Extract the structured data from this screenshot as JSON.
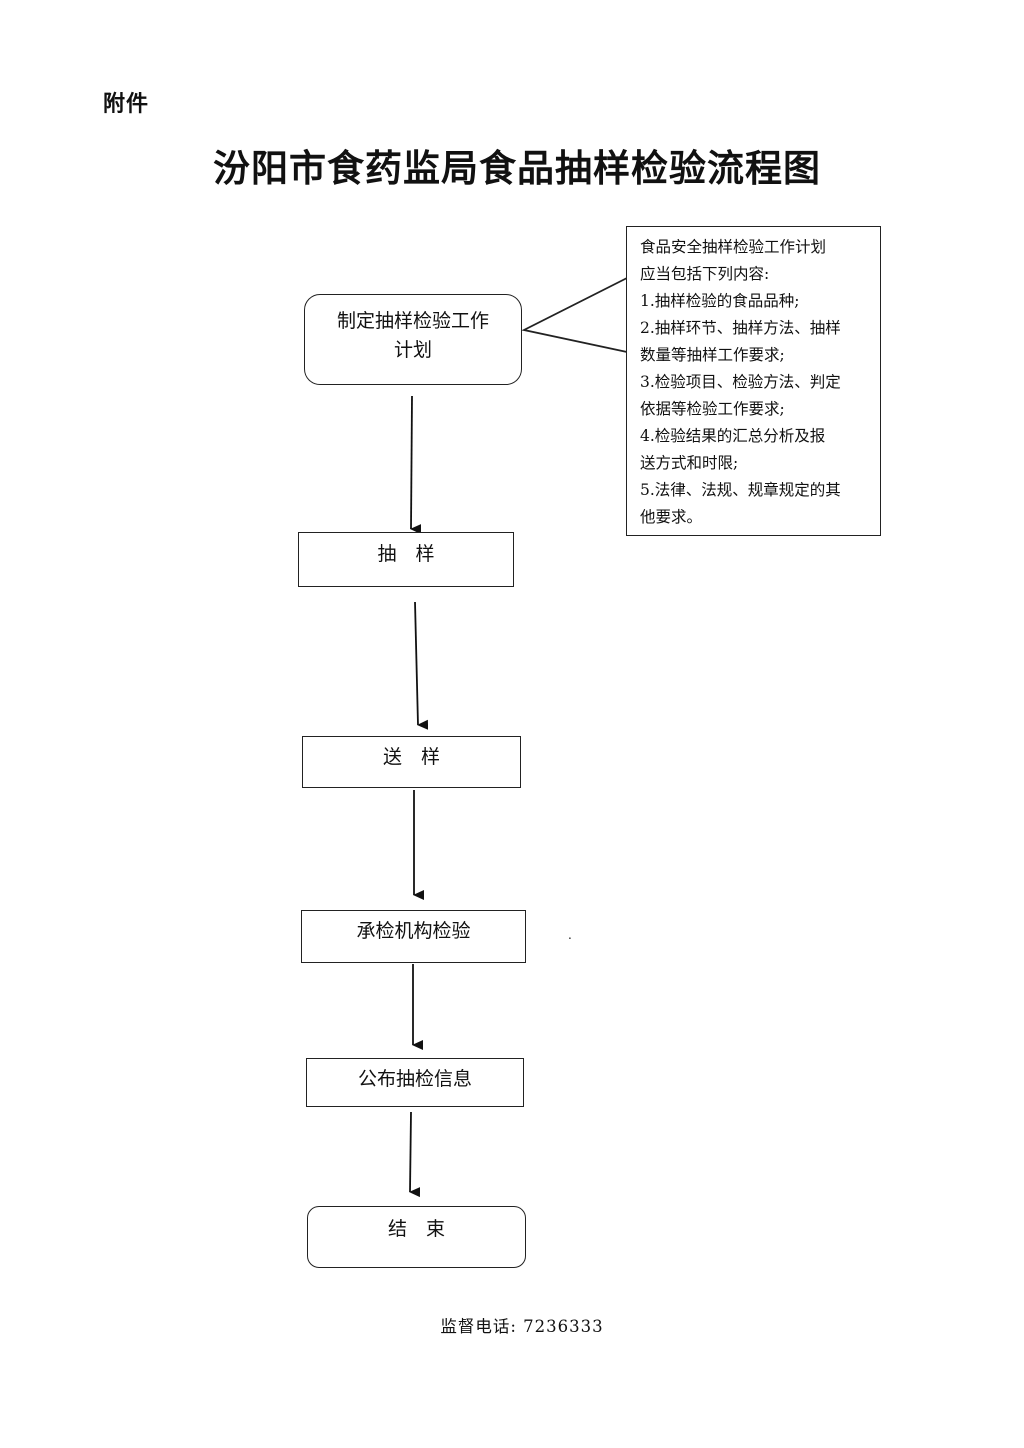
{
  "header": {
    "attachment_label": "附件",
    "title": "汾阳市食药监局食品抽样检验流程图"
  },
  "flow": {
    "steps": [
      {
        "label": "制定抽样检验工作\n计划"
      },
      {
        "label": "抽　样"
      },
      {
        "label": "送　样"
      },
      {
        "label": "承检机构检验"
      },
      {
        "label": "公布抽检信息"
      },
      {
        "label": "结　束"
      }
    ],
    "note": {
      "text": "食品安全抽样检验工作计划\n应当包括下列内容:\n1.抽样检验的食品品种;\n2.抽样环节、抽样方法、抽样\n数量等抽样工作要求;\n3.检验项目、检验方法、判定\n依据等检验工作要求;\n4.检验结果的汇总分析及报\n送方式和时限;\n5.法律、法规、规章规定的其\n他要求。"
    },
    "stray_mark": "."
  },
  "footer": {
    "phone": "监督电话: 7236333"
  },
  "colors": {
    "ink": "#222222",
    "background": "#ffffff"
  }
}
